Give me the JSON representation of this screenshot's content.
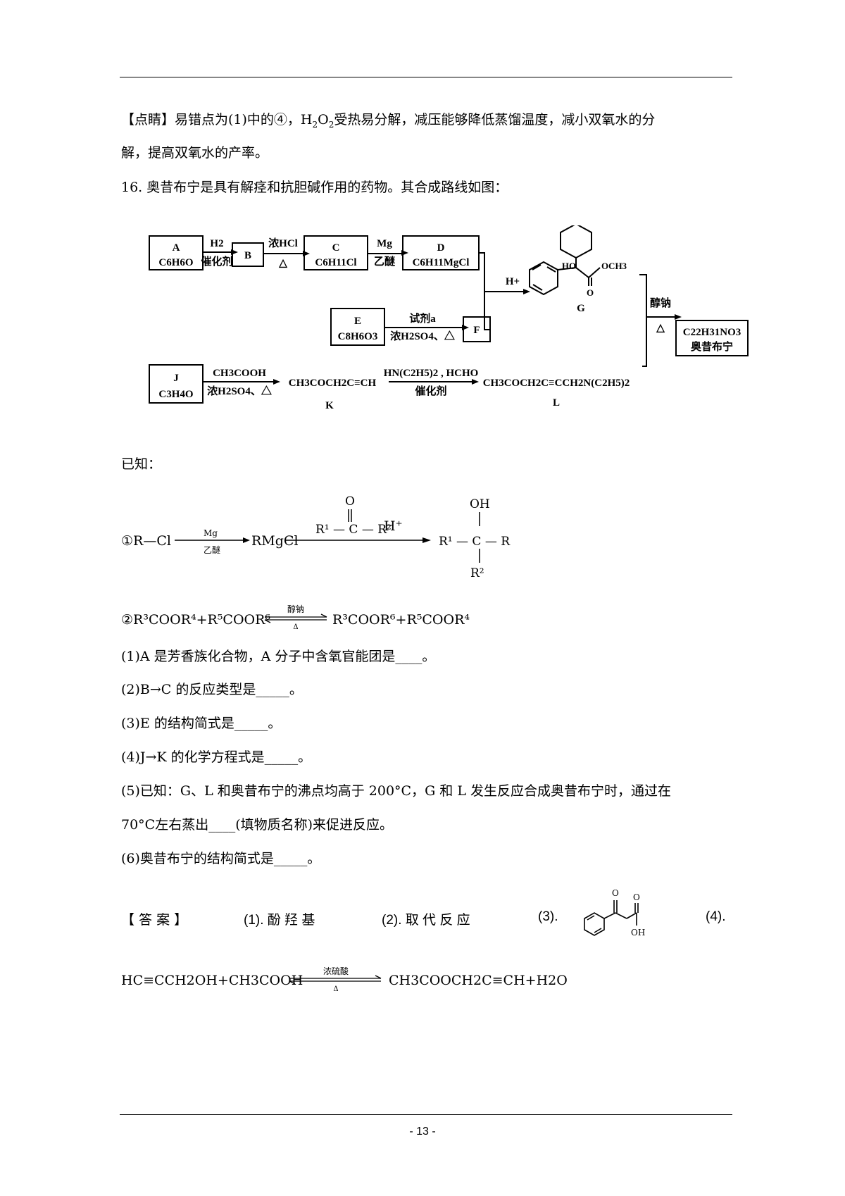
{
  "note": {
    "line1_pre": "【点睛】易错点为(1)中的④，H",
    "line1_post": "受热易分解，减压能够降低蒸馏温度，减小双氧水的分",
    "h2o2_o": "O",
    "sub2": "2",
    "line2": "解，提高双氧水的产率。"
  },
  "question": {
    "title": "16. 奥昔布宁是具有解痉和抗胆碱作用的药物。其合成路线如图：",
    "known": "已知：",
    "parts": [
      "(1)A 是芳香族化合物，A 分子中含氧官能团是____。",
      "(2)B→C 的反应类型是_____。",
      "(3)E 的结构简式是_____。",
      "(4)J→K 的化学方程式是_____。",
      "(5)已知：G、L 和奥昔布宁的沸点均高于 200°C，G 和 L 发生反应合成奥昔布宁时，通过在",
      "70°C左右蒸出____(填物质名称)来促进反应。",
      "(6)奥昔布宁的结构简式是_____。"
    ]
  },
  "scheme": {
    "A_label": "A",
    "A_formula": "C6H6O",
    "B_label": "B",
    "C_label": "C",
    "C_formula": "C6H11Cl",
    "D_label": "D",
    "D_formula": "C6H11MgCl",
    "E_label": "E",
    "E_formula": "C8H6O3",
    "F_label": "F",
    "G_label": "G",
    "J_label": "J",
    "J_formula": "C3H4O",
    "K_label": "K",
    "L_label": "L",
    "product_formula": "C22H31NO3",
    "product_name": "奥昔布宁",
    "cond_AB_top": "H2",
    "cond_AB_bot": "催化剂",
    "cond_BC_top": "浓HCl",
    "cond_BC_bot": "△",
    "cond_CD_top": "Mg",
    "cond_CD_bot": "乙醚",
    "cond_EF_top": "试剂a",
    "cond_EF_bot": "浓H2SO4、△",
    "cond_DG_top": "H+",
    "cond_prod_top": "醇钠",
    "cond_prod_bot": "△",
    "cond_JK_top": "CH3COOH",
    "cond_JK_bot": "浓H2SO4、△",
    "cond_KL_top": "HN(C2H5)2 , HCHO",
    "cond_KL_bot": "催化剂",
    "K_struct": "CH3COCH2C≡CH",
    "L_struct": "CH3COCH2C≡CCH2N(C2H5)2",
    "G_HO": "HO",
    "G_OCH3": "OCH3",
    "G_O": "O"
  },
  "known1": {
    "prefix": "①R—Cl",
    "mg": "Mg",
    "ether": "乙醚",
    "rmgcl": "RMgCl",
    "ketone": "R¹ — C — R²",
    "o": "O",
    "hplus": "H⁺",
    "product": "R¹ — C — R",
    "oh": "OH",
    "r2": "R²"
  },
  "known2": {
    "left": "②R³COOR⁴+R⁵COOR⁶",
    "top": "醇钠",
    "bot": "Δ",
    "right": "R³COOR⁶+R⁵COOR⁴"
  },
  "answer": {
    "tag": "【 答 案 】",
    "a1": "(1).  酚 羟 基",
    "a2": "(2).  取 代 反 应",
    "a3": "(3).",
    "a4": "(4).",
    "oh": "OH",
    "o": "O",
    "eq_left": "HC≡CCH2OH+CH3COOH",
    "eq_top": "浓硫酸",
    "eq_bot": "Δ",
    "eq_right": "CH3COOCH2C≡CH+H2O"
  },
  "page_number": "- 13 -"
}
